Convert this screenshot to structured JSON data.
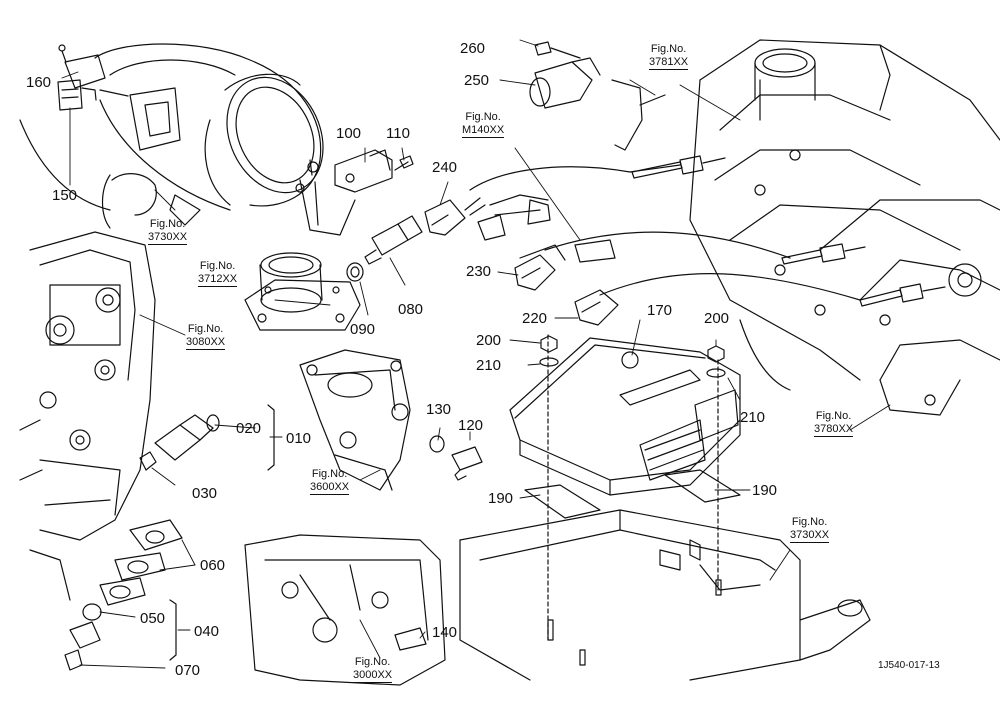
{
  "diagram": {
    "drawing_code": "1J540-017-13",
    "part_labels": {
      "p010": "010",
      "p020": "020",
      "p030": "030",
      "p040": "040",
      "p050": "050",
      "p060": "060",
      "p070": "070",
      "p080": "080",
      "p090": "090",
      "p100": "100",
      "p110": "110",
      "p120": "120",
      "p130": "130",
      "p140": "140",
      "p150": "150",
      "p160": "160",
      "p170": "170",
      "p190a": "190",
      "p190b": "190",
      "p200a": "200",
      "p200b": "200",
      "p210a": "210",
      "p210b": "210",
      "p220": "220",
      "p230": "230",
      "p240": "240",
      "p250": "250",
      "p260": "260"
    },
    "figure_refs": {
      "f3730a": {
        "prefix": "Fig.No.",
        "number": "3730XX"
      },
      "f3712": {
        "prefix": "Fig.No.",
        "number": "3712XX"
      },
      "f3080": {
        "prefix": "Fig.No.",
        "number": "3080XX"
      },
      "f3600": {
        "prefix": "Fig.No.",
        "number": "3600XX"
      },
      "f3000": {
        "prefix": "Fig.No.",
        "number": "3000XX"
      },
      "f3781": {
        "prefix": "Fig.No.",
        "number": "3781XX"
      },
      "fM140": {
        "prefix": "Fig.No.",
        "number": "M140XX"
      },
      "f3780": {
        "prefix": "Fig.No.",
        "number": "3780XX"
      },
      "f3730b": {
        "prefix": "Fig.No.",
        "number": "3730XX"
      }
    }
  }
}
